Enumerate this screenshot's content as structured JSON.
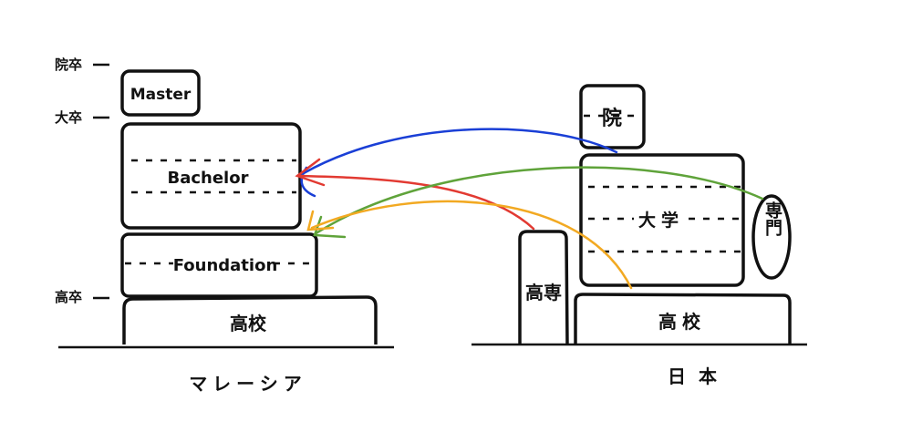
{
  "malaysia": {
    "title": "マレーシア",
    "levels": {
      "graduate": "院卒",
      "university": "大卒",
      "high_school": "高卒"
    },
    "boxes": {
      "master": "Master",
      "bachelor": "Bachelor",
      "foundation": "Foundation",
      "high_school": "高校"
    }
  },
  "japan": {
    "title": "日本",
    "boxes": {
      "graduate_school": "院",
      "university": "大学",
      "vocational": "専門",
      "technical_college": "高専",
      "high_school": "高校"
    }
  },
  "arrows": [
    {
      "from": "院",
      "to": "Bachelor",
      "color": "#1a3fd6"
    },
    {
      "from": "高専",
      "to": "Bachelor",
      "color": "#e23a32"
    },
    {
      "from": "専門",
      "to": "Foundation",
      "color": "#5fa33a"
    },
    {
      "from": "高校",
      "to": "Foundation",
      "color": "#f2a922"
    }
  ]
}
